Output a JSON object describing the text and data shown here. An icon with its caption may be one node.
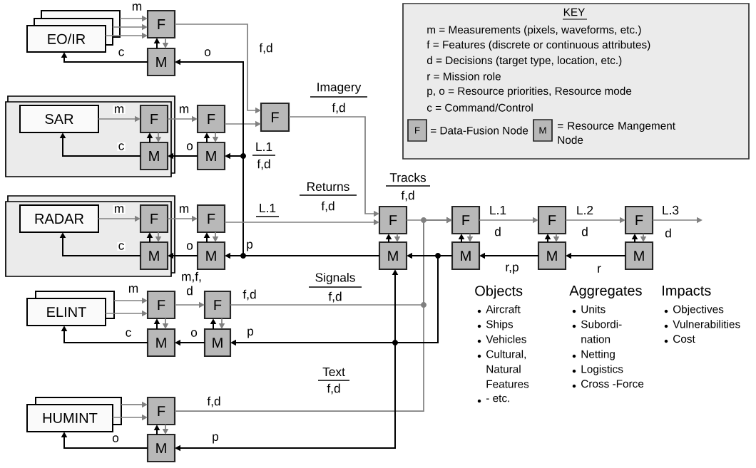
{
  "diagram": {
    "nodes": [
      {
        "text": [
          "EO/IR"
        ]
      },
      {
        "text": [
          "F"
        ]
      },
      {
        "text": [
          "M"
        ]
      },
      {
        "text": [],
        "shape": "box"
      },
      {
        "text": [
          "SAR"
        ],
        "in": 3
      },
      {
        "text": [
          "F"
        ],
        "in": 3
      },
      {
        "text": [
          "M"
        ],
        "in": 3
      },
      {
        "text": [
          "F"
        ]
      },
      {
        "text": [
          "M"
        ]
      },
      {
        "text": [
          "F"
        ]
      },
      {
        "text": [],
        "shape": "box"
      },
      {
        "text": [
          "RADAR"
        ],
        "in": 10
      },
      {
        "text": [
          "F"
        ],
        "in": 10
      },
      {
        "text": [
          "M"
        ],
        "in": 10
      },
      {
        "text": [
          "F"
        ]
      },
      {
        "text": [
          "M"
        ]
      },
      {
        "text": [
          "ELINT"
        ]
      },
      {
        "text": [
          "F"
        ]
      },
      {
        "text": [
          "M"
        ]
      },
      {
        "text": [
          "F"
        ]
      },
      {
        "text": [
          "M"
        ]
      },
      {
        "text": [
          "HUMINT"
        ]
      },
      {
        "text": [
          "F"
        ]
      },
      {
        "text": [
          "M"
        ]
      },
      {
        "text": [
          "F"
        ]
      },
      {
        "text": [
          "M"
        ]
      },
      {
        "text": [
          "F"
        ]
      },
      {
        "text": [
          "M"
        ]
      },
      {
        "text": [
          "F"
        ]
      },
      {
        "text": [
          "M"
        ]
      },
      {
        "text": [
          "F"
        ]
      },
      {
        "text": [
          "M"
        ]
      },
      {
        "text": [
          "KEY",
          "m = Measurements (pixels, waveforms, etc.)",
          "f = Features (discrete or continuous attributes)",
          "d = Decisions (target type, location, etc.)",
          "r = Mission role",
          "p, o = Resource priorities, Resource mode",
          "c = Command/Control",
          "= Data-Fusion Node",
          "= Resource Mangement Node"
        ]
      },
      {
        "text": [
          "F"
        ],
        "in": 32
      },
      {
        "text": [
          "M"
        ],
        "in": 32
      }
    ],
    "edges": [
      {
        "from": 0,
        "to": 1,
        "arrow": "to",
        "label": "m",
        "color": "#808080"
      },
      {
        "from": 0,
        "to": 1,
        "arrow": "to",
        "color": "#808080"
      },
      {
        "from": 0,
        "to": 1,
        "arrow": "to",
        "color": "#808080"
      },
      {
        "from": 1,
        "to": 2,
        "arrow": "to",
        "color": "#808080"
      },
      {
        "from": 2,
        "to": 1,
        "arrow": "to",
        "color": "#000000"
      },
      {
        "from": 2,
        "to": 0,
        "arrow": "to",
        "label": "c",
        "color": "#000000"
      },
      {
        "from": 1,
        "to": 9,
        "arrow": "to",
        "label": "f,d",
        "color": "#808080"
      },
      {
        "from": 4,
        "to": 5,
        "arrow": "to",
        "label": "m",
        "color": "#808080"
      },
      {
        "from": 5,
        "to": 6,
        "arrow": "to",
        "color": "#808080"
      },
      {
        "from": 6,
        "to": 5,
        "arrow": "to",
        "color": "#000000"
      },
      {
        "from": 6,
        "to": 4,
        "arrow": "to",
        "label": "c",
        "color": "#000000"
      },
      {
        "from": 5,
        "to": 7,
        "arrow": "to",
        "label": "m",
        "color": "#808080"
      },
      {
        "from": 7,
        "to": 8,
        "arrow": "to",
        "color": "#808080"
      },
      {
        "from": 8,
        "to": 7,
        "arrow": "to",
        "color": "#000000"
      },
      {
        "from": 8,
        "to": 6,
        "arrow": "to",
        "label": "o",
        "color": "#000000"
      },
      {
        "from": 7,
        "to": 9,
        "arrow": "to",
        "color": "#808080"
      },
      {
        "from": 9,
        "to": 24,
        "arrow": "to",
        "label": "Imagery",
        "color": "#808080"
      },
      {
        "from": 11,
        "to": 12,
        "arrow": "to",
        "label": "m",
        "color": "#808080"
      },
      {
        "from": 12,
        "to": 13,
        "arrow": "to",
        "color": "#808080"
      },
      {
        "from": 13,
        "to": 12,
        "arrow": "to",
        "color": "#000000"
      },
      {
        "from": 13,
        "to": 11,
        "arrow": "to",
        "label": "c",
        "color": "#000000"
      },
      {
        "from": 12,
        "to": 14,
        "arrow": "to",
        "label": "m",
        "color": "#808080"
      },
      {
        "from": 14,
        "to": 15,
        "arrow": "to",
        "color": "#808080"
      },
      {
        "from": 15,
        "to": 14,
        "arrow": "to",
        "color": "#000000"
      },
      {
        "from": 15,
        "to": 13,
        "arrow": "to",
        "label": "o",
        "color": "#000000"
      },
      {
        "from": 14,
        "to": 24,
        "arrow": "to",
        "label": "L.1",
        "color": "#808080"
      },
      {
        "from": 16,
        "to": 17,
        "arrow": "to",
        "label": "m",
        "color": "#808080"
      },
      {
        "from": 16,
        "to": 17,
        "arrow": "to",
        "color": "#808080"
      },
      {
        "from": 17,
        "to": 18,
        "arrow": "to",
        "color": "#808080"
      },
      {
        "from": 18,
        "to": 17,
        "arrow": "to",
        "color": "#000000"
      },
      {
        "from": 18,
        "to": 16,
        "arrow": "to",
        "label": "c",
        "color": "#000000"
      },
      {
        "from": 17,
        "to": 19,
        "arrow": "to",
        "label": "m,f, d",
        "color": "#808080"
      },
      {
        "from": 19,
        "to": 20,
        "arrow": "to",
        "color": "#808080"
      },
      {
        "from": 20,
        "to": 19,
        "arrow": "to",
        "color": "#000000"
      },
      {
        "from": 20,
        "to": 18,
        "arrow": "to",
        "label": "o",
        "color": "#000000"
      },
      {
        "from": 19,
        "to": 26,
        "arrow": "to",
        "label": "f,d",
        "color": "#808080"
      },
      {
        "from": 21,
        "to": 22,
        "arrow": "to",
        "color": "#808080"
      },
      {
        "from": 21,
        "to": 22,
        "arrow": "to",
        "color": "#808080"
      },
      {
        "from": 22,
        "to": 23,
        "arrow": "to",
        "color": "#808080"
      },
      {
        "from": 23,
        "to": 22,
        "arrow": "to",
        "color": "#000000"
      },
      {
        "from": 23,
        "to": 21,
        "arrow": "to",
        "label": "o",
        "color": "#000000"
      },
      {
        "from": 22,
        "to": 26,
        "arrow": "to",
        "label": "f,d",
        "color": "#808080"
      },
      {
        "from": 24,
        "to": 25,
        "arrow": "to",
        "color": "#808080"
      },
      {
        "from": 25,
        "to": 24,
        "arrow": "to",
        "color": "#000000"
      },
      {
        "from": 24,
        "to": 26,
        "arrow": "to",
        "color": "#808080"
      },
      {
        "from": 25,
        "to": 15,
        "arrow": "to",
        "label": "p",
        "color": "#000000"
      },
      {
        "from": 25,
        "to": 8,
        "arrow": "to",
        "color": "#000000"
      },
      {
        "from": 25,
        "to": 2,
        "arrow": "to",
        "label": "o",
        "color": "#000000"
      },
      {
        "from": 26,
        "to": 27,
        "arrow": "to",
        "color": "#808080"
      },
      {
        "from": 27,
        "to": 26,
        "arrow": "to",
        "color": "#000000"
      },
      {
        "from": 26,
        "to": 28,
        "arrow": "to",
        "label": "L.1",
        "color": "#808080"
      },
      {
        "from": 27,
        "to": 25,
        "arrow": "to",
        "color": "#000000"
      },
      {
        "from": 27,
        "to": 25,
        "arrow": "to",
        "color": "#000000"
      },
      {
        "from": 27,
        "to": 20,
        "arrow": "to",
        "label": "p",
        "color": "#000000"
      },
      {
        "from": 27,
        "to": 23,
        "arrow": "to",
        "label": "p",
        "color": "#000000"
      },
      {
        "from": 28,
        "to": 29,
        "arrow": "to",
        "color": "#808080"
      },
      {
        "from": 29,
        "to": 28,
        "arrow": "to",
        "color": "#000000"
      },
      {
        "from": 28,
        "to": 30,
        "arrow": "to",
        "label": "L.2",
        "color": "#808080"
      },
      {
        "from": 29,
        "to": 27,
        "arrow": "to",
        "label": "r,p",
        "color": "#000000"
      },
      {
        "from": 30,
        "to": 31,
        "arrow": "to",
        "color": "#808080"
      },
      {
        "from": 31,
        "to": 30,
        "arrow": "to",
        "color": "#000000"
      },
      {
        "from": 30,
        "to": null,
        "arrow": "to",
        "label": "L.3",
        "color": "#808080"
      },
      {
        "from": 31,
        "to": 29,
        "arrow": "to",
        "label": "r",
        "color": "#000000"
      }
    ],
    "labels": [
      "f,d",
      "L.1",
      "f,d",
      "Returns",
      "f,d",
      "Tracks",
      "f,d",
      "d",
      "d",
      "d",
      "Signals",
      "f,d",
      "Text",
      "f,d",
      "Objects",
      "Aircraft",
      "Ships",
      "Vehicles",
      "Cultural, Natural Features",
      "- etc.",
      "Aggregates",
      "Units",
      "Subordi- nation",
      "Netting",
      "Logistics",
      "Cross -Force",
      "Impacts",
      "Objectives",
      "Vulnerabilities",
      "Cost"
    ]
  }
}
